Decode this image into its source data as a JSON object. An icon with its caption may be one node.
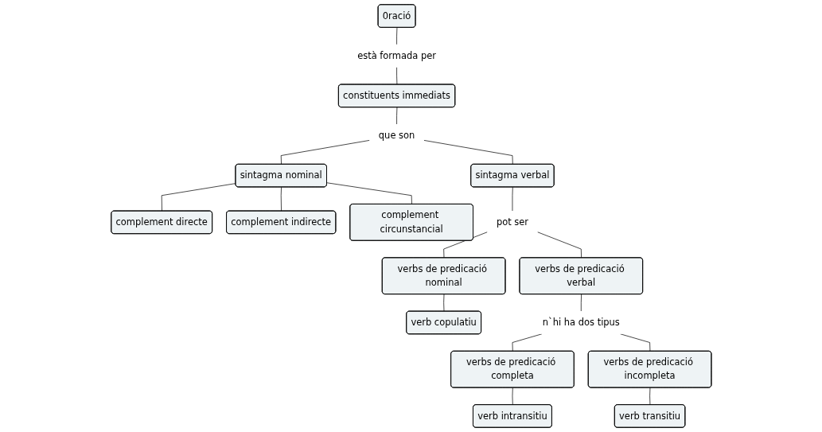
{
  "diagram": {
    "nodes": [
      {
        "text": [
          "0ració"
        ]
      },
      {
        "text": [
          "està formada per"
        ]
      },
      {
        "text": [
          "constituents immediats"
        ]
      },
      {
        "text": [
          "que son"
        ]
      },
      {
        "text": [
          "sintagma nominal"
        ]
      },
      {
        "text": [
          "sintagma verbal"
        ]
      },
      {
        "text": [
          "complement directe"
        ]
      },
      {
        "text": [
          "complement indirecte"
        ]
      },
      {
        "text": [
          "complement circunstancial"
        ]
      },
      {
        "text": [
          "pot ser"
        ]
      },
      {
        "text": [
          "verbs de predicació nominal"
        ]
      },
      {
        "text": [
          "verbs de predicació verbal"
        ]
      },
      {
        "text": [
          "verb copulatiu"
        ]
      },
      {
        "text": [
          "n`hi ha dos tipus"
        ]
      },
      {
        "text": [
          "verbs de predicació completa"
        ]
      },
      {
        "text": [
          "verbs de predicació incompleta"
        ]
      },
      {
        "text": [
          "verb intransitiu"
        ]
      },
      {
        "text": [
          "verb transitiu"
        ]
      }
    ],
    "edges": [
      {
        "from": 0,
        "to": 1,
        "arrow": "none"
      },
      {
        "from": 1,
        "to": 2,
        "arrow": "none"
      },
      {
        "from": 2,
        "to": 3,
        "arrow": "none"
      },
      {
        "from": 3,
        "to": 4,
        "arrow": "none"
      },
      {
        "from": 3,
        "to": 5,
        "arrow": "none"
      },
      {
        "from": 4,
        "to": 6,
        "arrow": "none"
      },
      {
        "from": 4,
        "to": 7,
        "arrow": "none"
      },
      {
        "from": 4,
        "to": 8,
        "arrow": "none"
      },
      {
        "from": 5,
        "to": 9,
        "arrow": "none"
      },
      {
        "from": 9,
        "to": 10,
        "arrow": "none"
      },
      {
        "from": 9,
        "to": 11,
        "arrow": "none"
      },
      {
        "from": 10,
        "to": 12,
        "arrow": "none"
      },
      {
        "from": 11,
        "to": 13,
        "arrow": "none"
      },
      {
        "from": 13,
        "to": 14,
        "arrow": "none"
      },
      {
        "from": 13,
        "to": 15,
        "arrow": "none"
      },
      {
        "from": 14,
        "to": 16,
        "arrow": "none"
      },
      {
        "from": 15,
        "to": 17,
        "arrow": "none"
      }
    ]
  }
}
